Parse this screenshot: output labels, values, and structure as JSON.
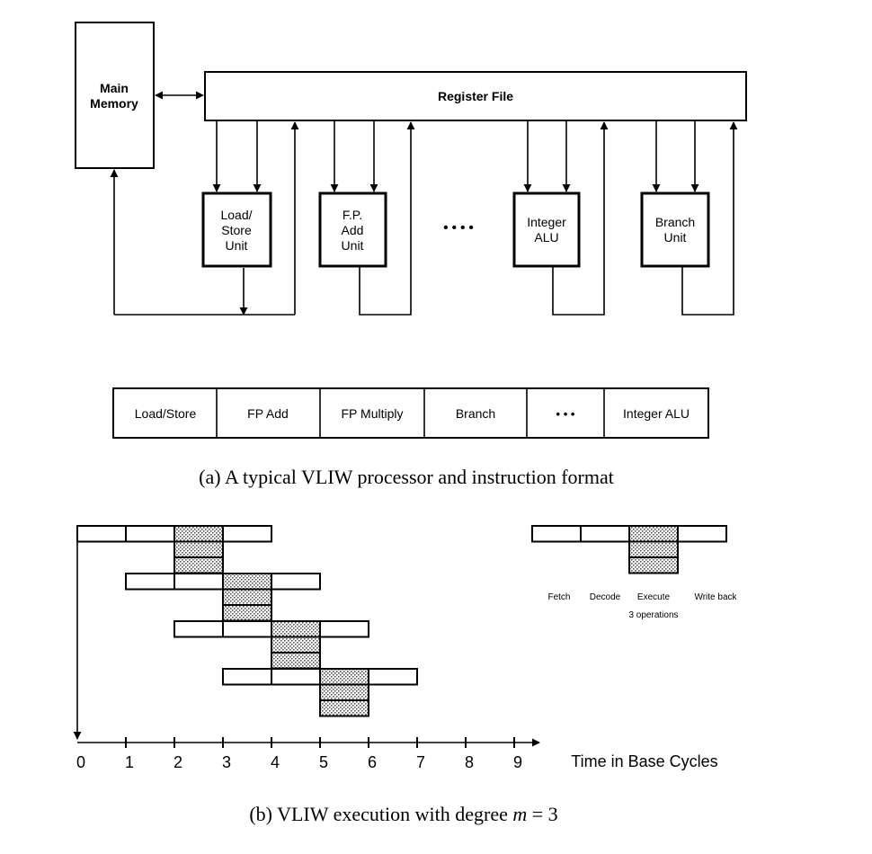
{
  "part_a": {
    "main_memory_label": [
      "Main",
      "Memory"
    ],
    "register_file_label": "Register File",
    "units": [
      {
        "label": [
          "Load/",
          "Store",
          "Unit"
        ]
      },
      {
        "label": [
          "F.P.",
          "Add",
          "Unit"
        ]
      },
      {
        "label": [
          "Integer",
          "ALU"
        ]
      },
      {
        "label": [
          "Branch",
          "Unit"
        ]
      }
    ],
    "ellipsis": "• • • •",
    "instruction_format": [
      "Load/Store",
      "FP Add",
      "FP Multiply",
      "Branch",
      "• • •",
      "Integer ALU"
    ],
    "caption": "(a) A typical VLIW processor and instruction format"
  },
  "part_b": {
    "axis_ticks": [
      "0",
      "1",
      "2",
      "3",
      "4",
      "5",
      "6",
      "7",
      "8",
      "9"
    ],
    "axis_label": "Time in Base Cycles",
    "instructions": [
      {
        "start": 0,
        "stages": [
          "fetch",
          "decode",
          "execute",
          "write back"
        ],
        "execute_operations": 3
      },
      {
        "start": 1,
        "stages": [
          "fetch",
          "decode",
          "execute",
          "write back"
        ],
        "execute_operations": 3
      },
      {
        "start": 2,
        "stages": [
          "fetch",
          "decode",
          "execute",
          "write back"
        ],
        "execute_operations": 3
      },
      {
        "start": 3,
        "stages": [
          "fetch",
          "decode",
          "execute",
          "write back"
        ],
        "execute_operations": 3
      }
    ],
    "legend": {
      "stage_labels": [
        "Fetch",
        "Decode",
        "Execute",
        "Write back"
      ],
      "note": "3 operations"
    },
    "caption_prefix": "(b) VLIW execution with degree ",
    "caption_var": "m",
    "caption_suffix": " = 3"
  }
}
